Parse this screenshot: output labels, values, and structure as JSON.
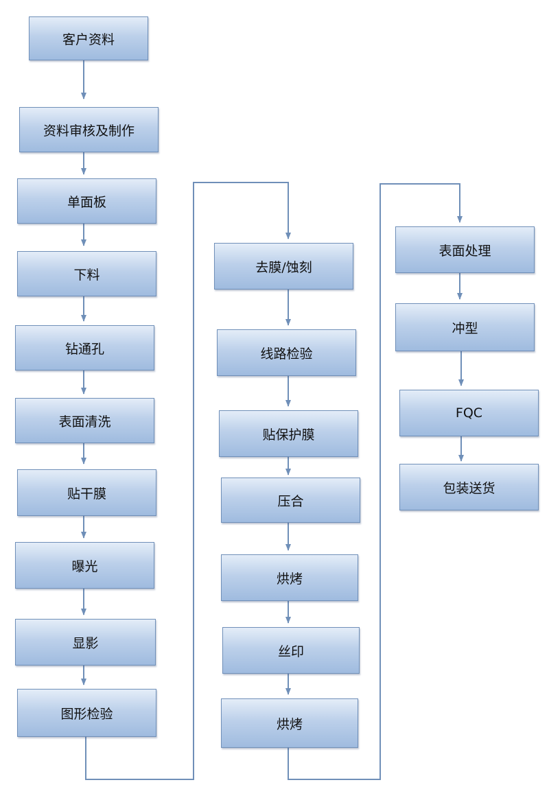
{
  "columns": [
    {
      "steps": [
        "客户资料",
        "资料审核及制作",
        "单面板",
        "下料",
        "钻通孔",
        "表面清洗",
        "贴干膜",
        "曝光",
        "显影",
        "图形检验"
      ]
    },
    {
      "steps": [
        "去膜/蚀刻",
        "线路检验",
        "贴保护膜",
        "压合",
        "烘烤",
        "丝印",
        "烘烤"
      ]
    },
    {
      "steps": [
        "表面处理",
        "冲型",
        "FQC",
        "包装送货"
      ]
    }
  ],
  "colors": {
    "box_top": "#e4edf8",
    "box_bottom": "#9fbbdf",
    "box_border": "#6f8fb8",
    "connector": "#6f8fb8"
  }
}
